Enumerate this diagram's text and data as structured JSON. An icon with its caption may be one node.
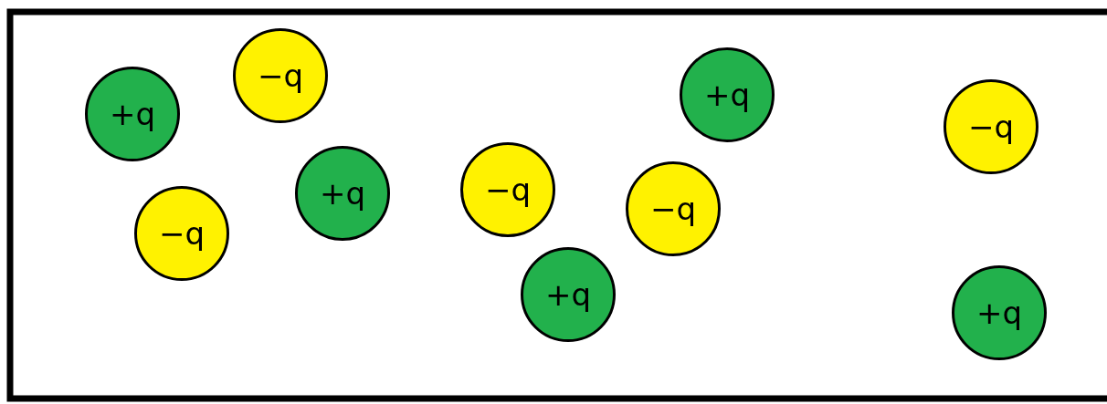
{
  "diagram": {
    "nodes": [
      {
        "text": [
          "−q"
        ]
      },
      {
        "text": [
          "+q"
        ]
      },
      {
        "text": [
          "+q"
        ]
      },
      {
        "text": [
          "−q"
        ]
      },
      {
        "text": [
          "−q"
        ]
      },
      {
        "text": [
          "+q"
        ]
      },
      {
        "text": [
          "−q"
        ]
      },
      {
        "text": [
          "−q"
        ]
      },
      {
        "text": [
          "+q"
        ]
      },
      {
        "text": [
          "+q"
        ]
      }
    ]
  }
}
